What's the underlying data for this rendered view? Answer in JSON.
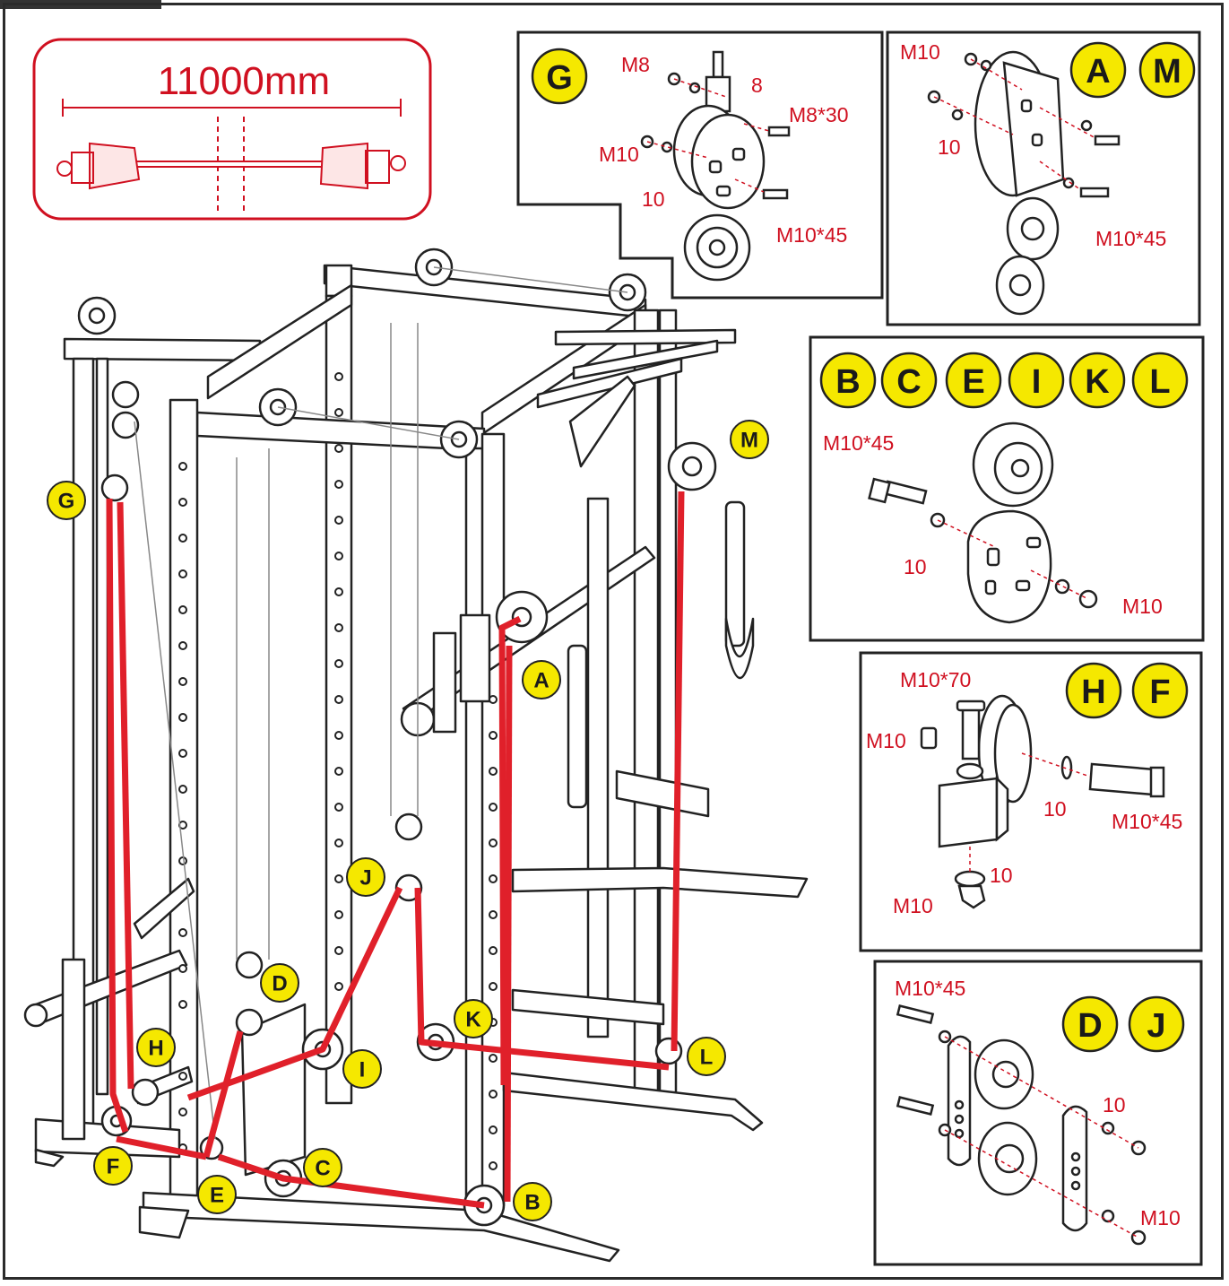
{
  "length_box": {
    "text": "11000mm"
  },
  "panels": {
    "g": {
      "letters": [
        "G"
      ],
      "labels": [
        "M8",
        "8",
        "M8*30",
        "M10",
        "10",
        "M10*45"
      ]
    },
    "am": {
      "letters": [
        "A",
        "M"
      ],
      "labels": [
        "M10",
        "10",
        "M10*45"
      ]
    },
    "bceikl": {
      "letters": [
        "B",
        "C",
        "E",
        "I",
        "K",
        "L"
      ],
      "labels": [
        "M10*45",
        "10",
        "M10"
      ]
    },
    "hf": {
      "letters": [
        "H",
        "F"
      ],
      "labels": [
        "M10*70",
        "M10",
        "10",
        "M10*45",
        "10",
        "M10"
      ]
    },
    "dj": {
      "letters": [
        "D",
        "J"
      ],
      "labels": [
        "M10*45",
        "10",
        "M10"
      ]
    }
  },
  "machine_callouts": [
    "G",
    "M",
    "A",
    "J",
    "D",
    "K",
    "H",
    "I",
    "L",
    "F",
    "E",
    "C",
    "B"
  ],
  "colors": {
    "cable": "#e0202a",
    "callout": "#f5e800",
    "label": "#d01020",
    "line": "#222222"
  }
}
